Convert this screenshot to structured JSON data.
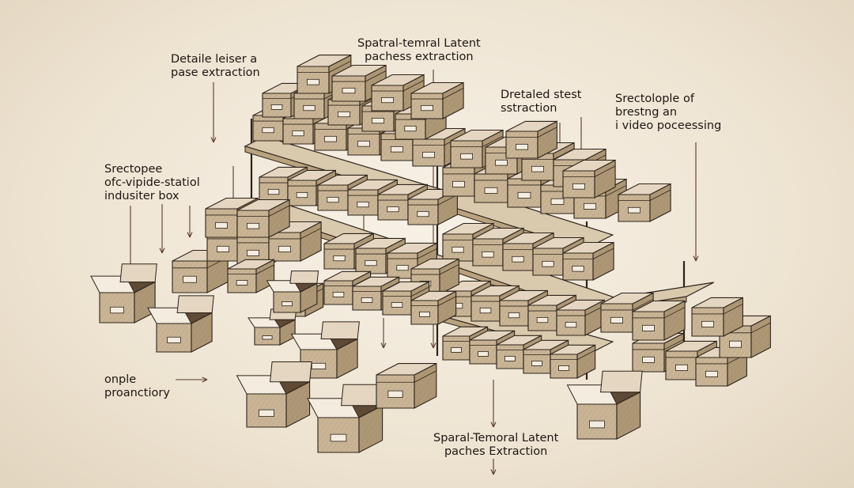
{
  "labels": {
    "top_left": {
      "line1": "Detaile leiser a",
      "line2": "pase extraction"
    },
    "top_center": {
      "line1": "Spatral-temral Latent",
      "line2": "pachess extraction"
    },
    "top_mid_right": {
      "line1": "Dretaled stest",
      "line2": "sstraction"
    },
    "top_right": {
      "line1": "Srectolople of",
      "line2": "brestng an",
      "line3": "i video poceessing"
    },
    "left_mid": {
      "line1": "Srectopee",
      "line2": "ofc-vipide-statiol",
      "line3": "indusiter box"
    },
    "bottom_left": {
      "line1": "onple",
      "line2": "proanctiory"
    },
    "bottom_center": {
      "line1": "Sparal-Temoral Latent",
      "line2": "paches Extraction"
    }
  },
  "colors": {
    "ink": "#2d231a",
    "box_top": "#e4d6c0",
    "box_left": "#c9b595",
    "box_right": "#ad9775",
    "paper": "#f3ecdf"
  }
}
